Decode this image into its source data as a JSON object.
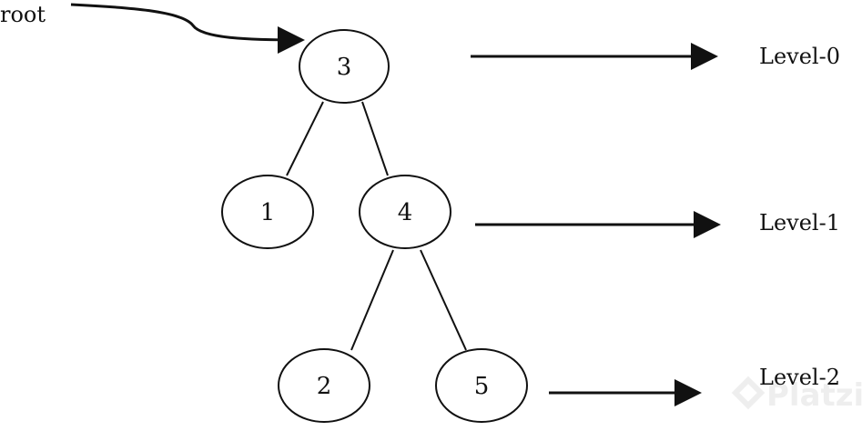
{
  "root_label": "root",
  "nodes": {
    "n3": "3",
    "n1": "1",
    "n4": "4",
    "n2": "2",
    "n5": "5"
  },
  "levels": [
    "Level-0",
    "Level-1",
    "Level-2"
  ],
  "watermark": "Platzi"
}
